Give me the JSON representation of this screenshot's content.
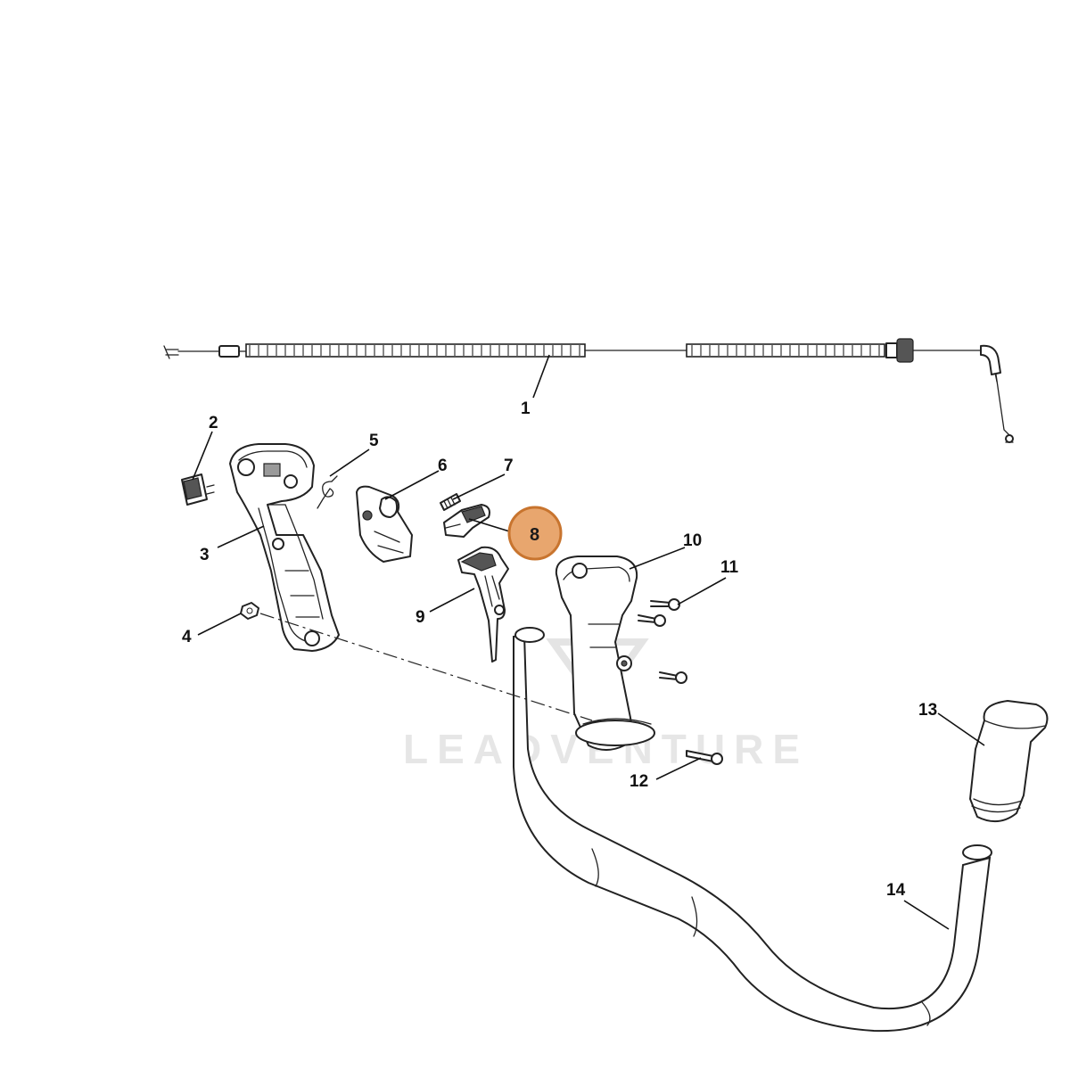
{
  "watermark": {
    "text": "LEADVENTURE"
  },
  "highlight": {
    "color": "#e8a66e",
    "border": "#c8742e"
  },
  "parts": [
    {
      "id": "part-1",
      "label": "1"
    },
    {
      "id": "part-2",
      "label": "2"
    },
    {
      "id": "part-3",
      "label": "3"
    },
    {
      "id": "part-4",
      "label": "4"
    },
    {
      "id": "part-5",
      "label": "5"
    },
    {
      "id": "part-6",
      "label": "6"
    },
    {
      "id": "part-7",
      "label": "7"
    },
    {
      "id": "part-8",
      "label": "8",
      "highlighted": true
    },
    {
      "id": "part-9",
      "label": "9"
    },
    {
      "id": "part-10",
      "label": "10"
    },
    {
      "id": "part-11",
      "label": "11"
    },
    {
      "id": "part-12",
      "label": "12"
    },
    {
      "id": "part-13",
      "label": "13"
    },
    {
      "id": "part-14",
      "label": "14"
    }
  ]
}
